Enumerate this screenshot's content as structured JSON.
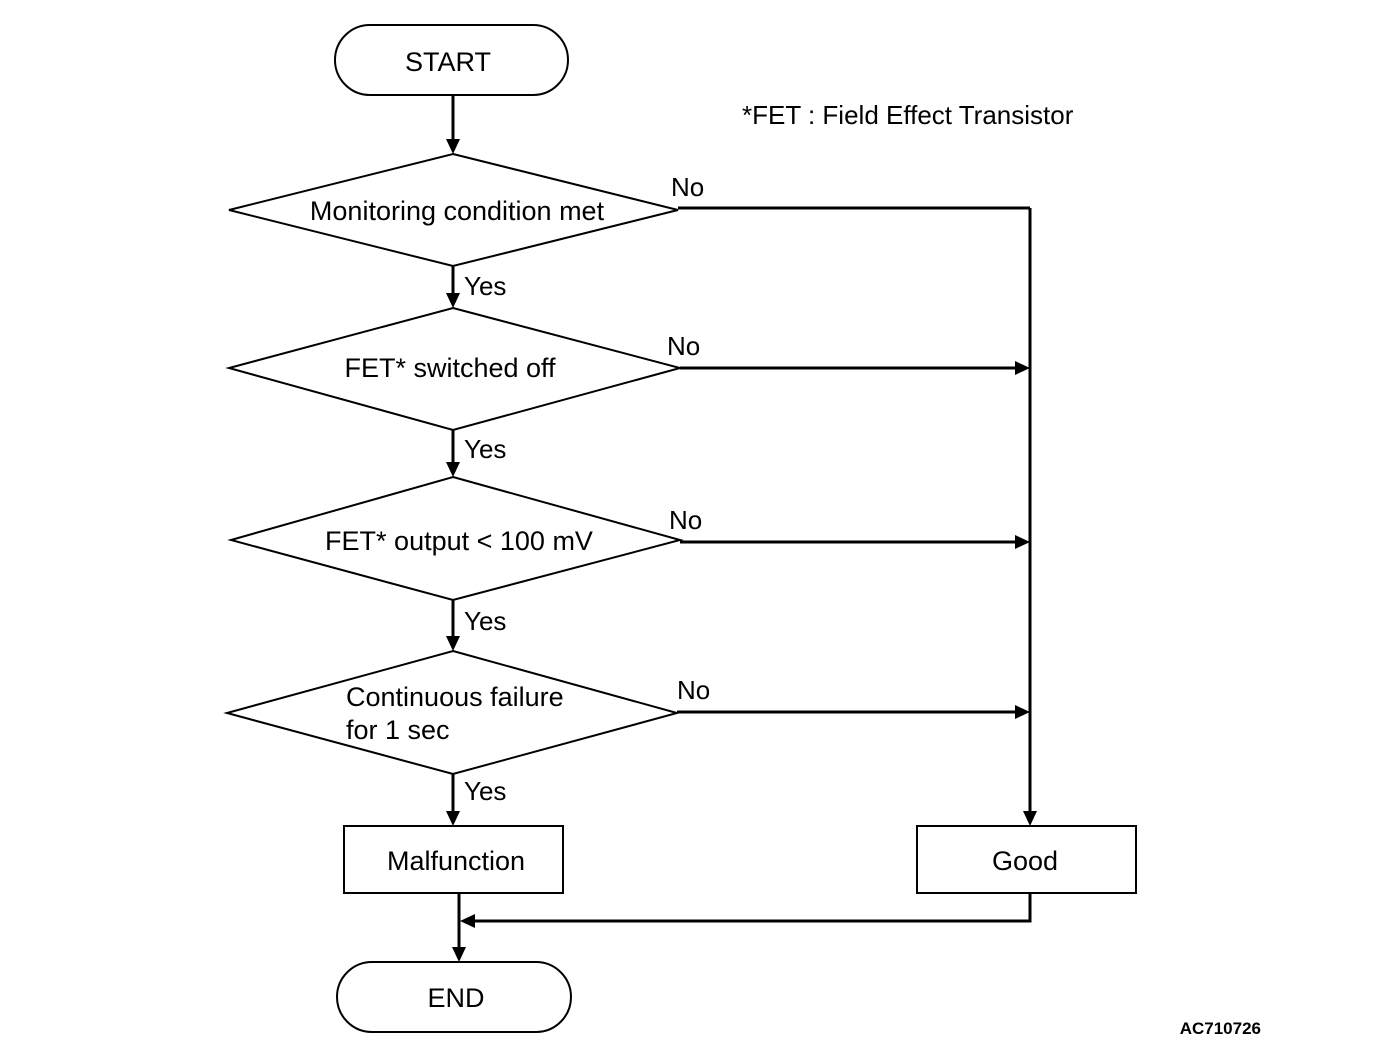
{
  "note": "*FET : Field Effect Transistor",
  "figure_code": "AC710726",
  "nodes": {
    "start": "START",
    "monitoring": "Monitoring condition met",
    "fet_off": "FET* switched off",
    "fet_output": "FET* output < 100 mV",
    "continuous_line1": "Continuous failure",
    "continuous_line2": "for 1 sec",
    "malfunction": "Malfunction",
    "good": "Good",
    "end": "END"
  },
  "edges": {
    "yes": "Yes",
    "no": "No"
  }
}
